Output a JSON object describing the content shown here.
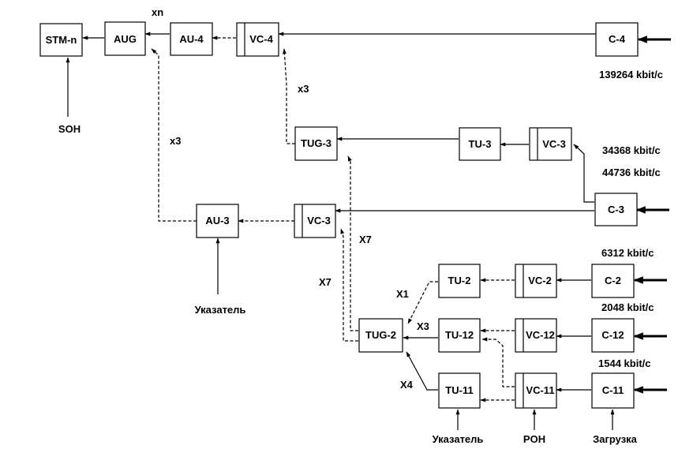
{
  "blocks": {
    "stm_n": "STM-n",
    "aug": "AUG",
    "au4": "AU-4",
    "vc4": "VC-4",
    "c4": "C-4",
    "tug3": "TUG-3",
    "tu3": "TU-3",
    "vc3_top": "VC-3",
    "c3": "C-3",
    "au3": "AU-3",
    "vc3_mid": "VC-3",
    "tu2": "TU-2",
    "vc2": "VC-2",
    "c2": "C-2",
    "tug2": "TUG-2",
    "tu12": "TU-12",
    "vc12": "VC-12",
    "c12": "C-12",
    "tu11": "TU-11",
    "vc11": "VC-11",
    "c11": "C-11"
  },
  "labels": {
    "xn": "xn",
    "x3_vc4": "x3",
    "x3_aug": "x3",
    "x7_right": "X7",
    "x7_left": "X7",
    "x1": "X1",
    "x3_tu12": "X3",
    "x4": "X4",
    "soh": "SOH",
    "ukazatel_au3": "Указатель",
    "ukazatel_tu11": "Указатель",
    "poh": "POH",
    "zagruzka": "Загрузка"
  },
  "rates": {
    "c4": "139264 kbit/c",
    "c3_a": "34368 kbit/c",
    "c3_b": "44736 kbit/c",
    "c2": "6312 kbit/c",
    "c12": "2048 kbit/c",
    "c11": "1544 kbit/c"
  }
}
